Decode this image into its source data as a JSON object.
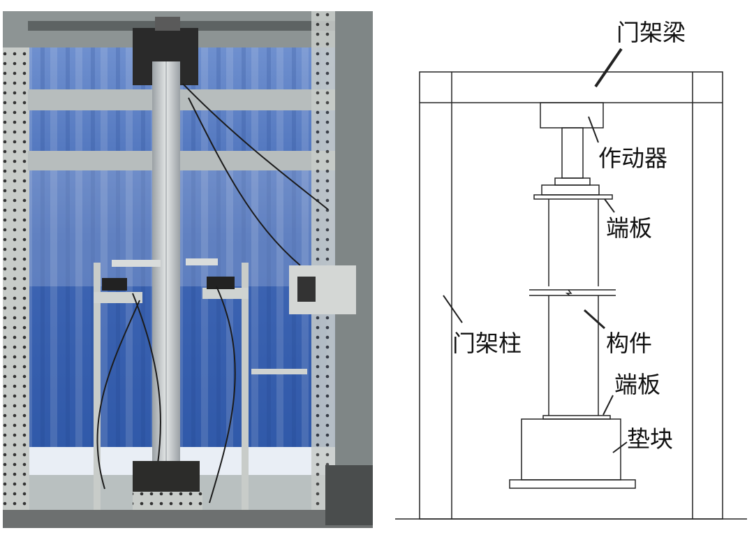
{
  "photo": {
    "description_hidden": "",
    "colors": {
      "curtain": "#4f78c0",
      "curtain_light": "#9fc0ee",
      "frame": "#c9cfcf",
      "dark": "#2a2a2a"
    }
  },
  "diagram": {
    "labels": {
      "beam": "门架梁",
      "actuator": "作动器",
      "end_plate_top": "端板",
      "column": "门架柱",
      "member": "构件",
      "end_plate_bottom": "端板",
      "block": "垫块"
    },
    "line_color": "#222222"
  }
}
